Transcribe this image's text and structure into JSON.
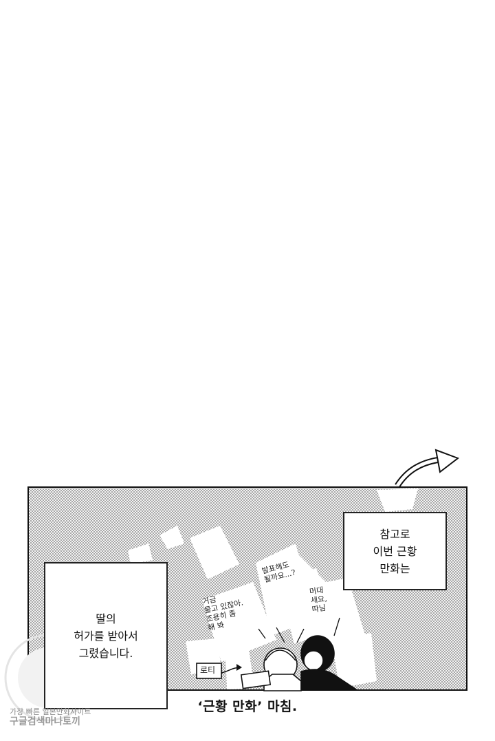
{
  "panel": {
    "box_right": [
      "참고로",
      "이번 근황",
      "만화는"
    ],
    "box_left": [
      "딸의",
      "허가를 받아서",
      "그렸습니다."
    ],
    "tag": "로티",
    "bubbles": {
      "a": [
        "거금",
        "물고 있잖아.",
        "조용히 좀",
        "해 봐"
      ],
      "b": [
        "발표해도",
        "될까요...?"
      ],
      "c": [
        "머대",
        "세요,",
        "따님"
      ]
    }
  },
  "caption": "‘근황 만화’ 마침.",
  "watermark": {
    "line1": "가장 빠른 일본만화사이트",
    "line2": "구글검색마나토끼"
  }
}
